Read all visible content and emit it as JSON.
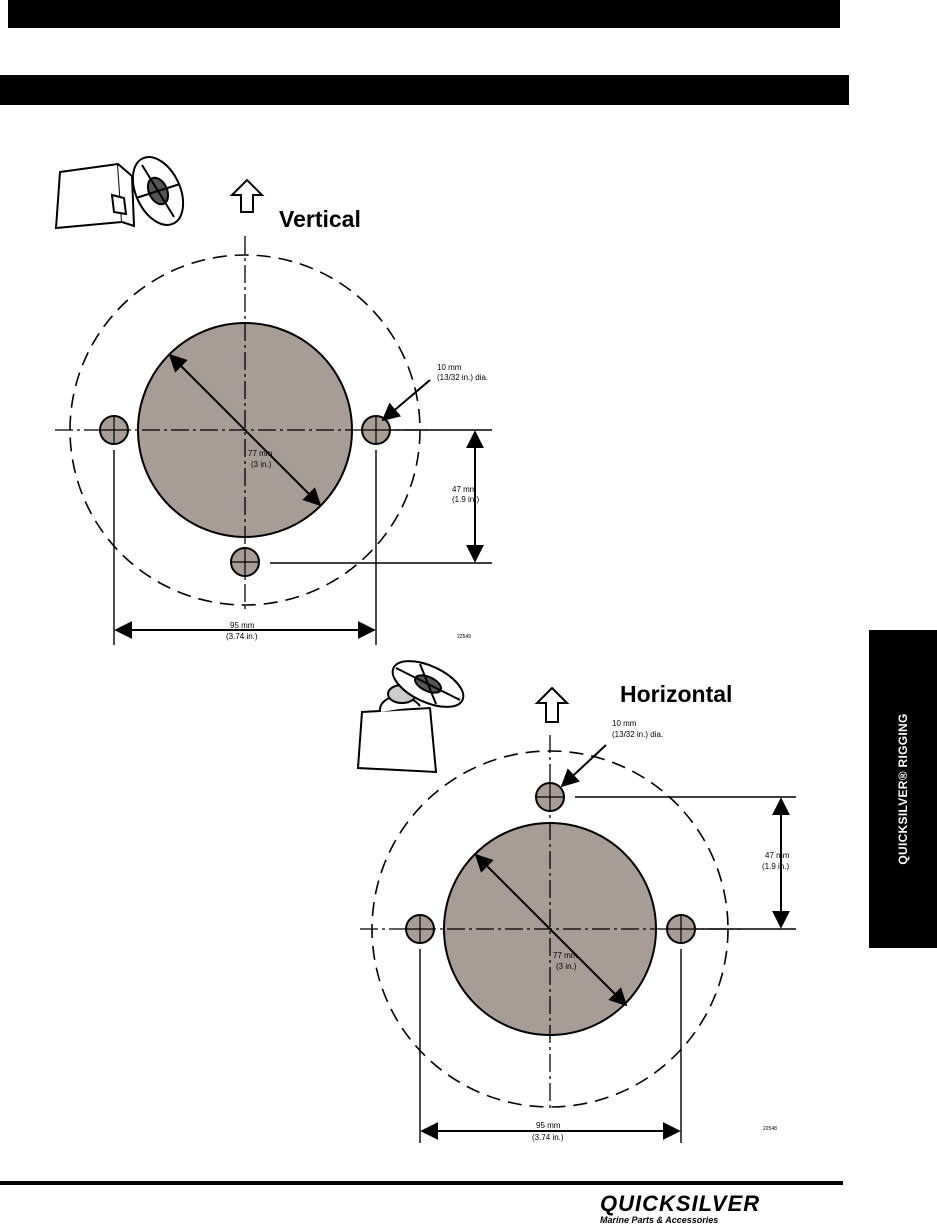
{
  "side_tab": {
    "label": "QUICKSILVER® RIGGING"
  },
  "vertical": {
    "heading": "Vertical",
    "hole_line1": "10 mm",
    "hole_line2": "(13/32 in.) dia.",
    "diam_line1": "77 mm",
    "diam_line2": "(3 in.)",
    "offset_line1": "47 mm",
    "offset_line2": "(1.9 in.)",
    "width_line1": "95 mm",
    "width_line2": "(3.74 in.)",
    "fig_id": "22549"
  },
  "horizontal": {
    "heading": "Horizontal",
    "hole_line1": "10 mm",
    "hole_line2": "(13/32 in.) dia.",
    "diam_line1": "77 mm",
    "diam_line2": "(3 in.)",
    "offset_line1": "47 mm",
    "offset_line2": "(1.9 in.)",
    "width_line1": "95 mm",
    "width_line2": "(3.74 in.)",
    "fig_id": "22548"
  },
  "logo": {
    "brand": "QUICKSILVER",
    "tagline": "Marine Parts & Accessories"
  },
  "colors": {
    "cutout_fill": "#a89c96",
    "hole_fill": "#a89c96"
  }
}
